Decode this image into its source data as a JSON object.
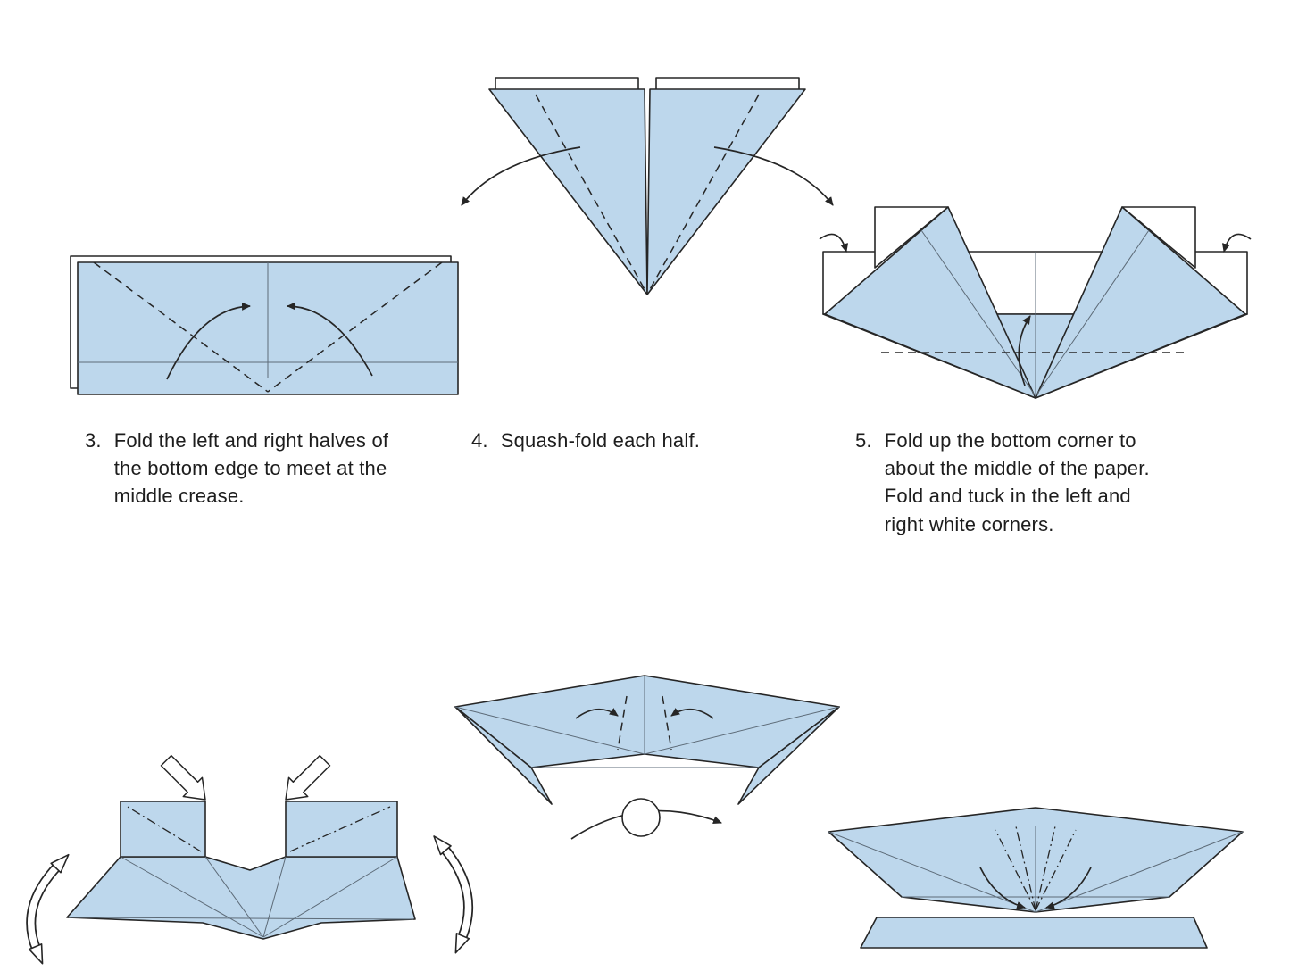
{
  "page": {
    "title": "Origami folding instructions, steps 3-5 with continuation diagrams"
  },
  "colors": {
    "paper": "#bdd7ec",
    "outline": "#262626",
    "crease": "#5d6b78"
  },
  "steps": [
    {
      "number": "3.",
      "caption": "Fold the left and right halves of the bottom edge to meet at the middle crease.",
      "diagram": "folded-rectangle-with-converging-fold-arrows"
    },
    {
      "number": "4.",
      "caption": "Squash-fold each half.",
      "diagram": "inverted-triangle-with-squash-fold-arrows"
    },
    {
      "number": "5.",
      "caption": "Fold up the bottom corner to about the middle of the paper. Fold and tuck in the left and right white corners.",
      "diagram": "model-with-bottom-corner-fold-up-and-tuck-arrows"
    }
  ],
  "unlabeled_diagrams": [
    {
      "diagram": "model-with-push-arrows-and-unfold-arrows"
    },
    {
      "diagram": "model-with-inward-curl-arrows-and-turn-over-symbol"
    },
    {
      "diagram": "model-with-pleat-dash-dot-creases-and-converging-arrows"
    }
  ]
}
